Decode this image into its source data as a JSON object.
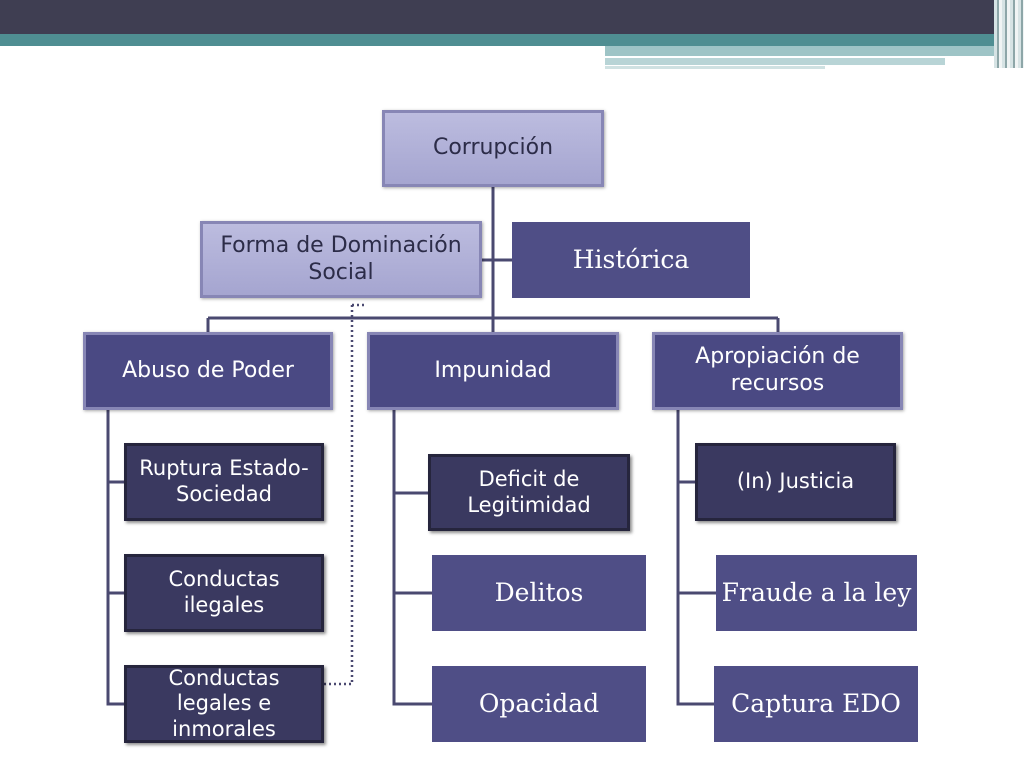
{
  "diagram": {
    "root": "Corrupción",
    "side_left": "Forma de Dominación Social",
    "side_right": "Histórica",
    "branches": [
      {
        "label": "Abuso de Poder",
        "children": [
          "Ruptura Estado-Sociedad",
          "Conductas ilegales",
          "Conductas legales e inmorales"
        ]
      },
      {
        "label": "Impunidad",
        "children": [
          "Deficit de Legitimidad",
          "Delitos",
          "Opacidad"
        ]
      },
      {
        "label": "Apropiación de recursos",
        "children": [
          "(In) Justicia",
          "Fraude a la ley",
          "Captura EDO"
        ]
      }
    ]
  },
  "colors": {
    "header_dark": "#3f3e52",
    "header_teal": "#4f8e92",
    "box_light": "#a5a5d0",
    "box_mid": "#4a4983",
    "box_dark": "#3a3960",
    "connector": "#4a4970"
  }
}
